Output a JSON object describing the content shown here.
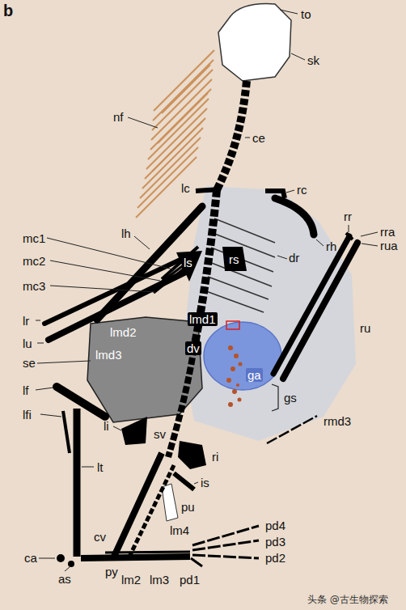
{
  "diagram": {
    "labels": [
      "b",
      "to",
      "sk",
      "nf",
      "ce",
      "lc",
      "rc",
      "rr",
      "rra",
      "rua",
      "lh",
      "rh",
      "dr",
      "mc1",
      "ls",
      "rs",
      "mc2",
      "mc3",
      "lr",
      "lmd1",
      "lu",
      "lmd2",
      "se",
      "lmd3",
      "dv",
      "ga",
      "ru",
      "gs",
      "lf",
      "lfi",
      "li",
      "sv",
      "rmd3",
      "ri",
      "lt",
      "is",
      "pu",
      "pd4",
      "cv",
      "lm4",
      "pd3",
      "ca",
      "pd2",
      "py",
      "as",
      "lm2",
      "lm3",
      "pd1",
      "头条 @古生物探索"
    ]
  }
}
